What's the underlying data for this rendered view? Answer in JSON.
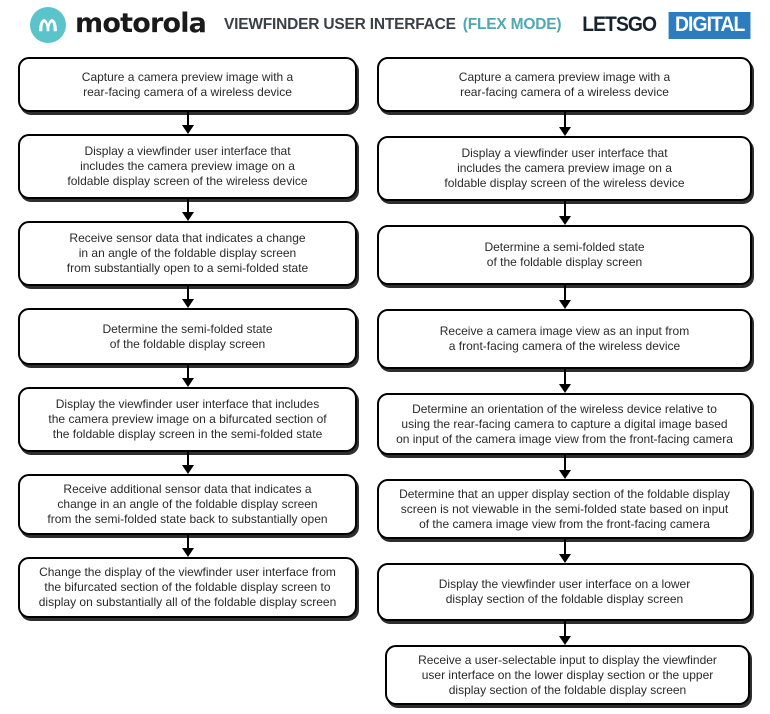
{
  "header": {
    "brand": {
      "wordmark": "motorola",
      "icon": "motorola-batwing-icon"
    },
    "title": "VIEWFINDER USER INTERFACE",
    "title_suffix": "(FLEX MODE)",
    "publisher": {
      "part1": "LETSGO",
      "part2": "DIGITAL"
    }
  },
  "colors": {
    "moto_circle": "#5BC3CA",
    "title_text": "#3A4045",
    "flex_mode_text": "#4FA8B2",
    "letsgo_text": "#16222E",
    "digital_bg": "#2B7CC0",
    "digital_text": "#FFFFFF",
    "box_border": "#000000",
    "box_shadow": "#2E2E2E",
    "step_text": "#2A2A2A"
  },
  "flowchart": {
    "left": [
      "Capture a camera preview image with a\nrear-facing camera of a wireless device",
      "Display a viewfinder user interface that\nincludes the camera preview image on a\nfoldable display screen of the wireless device",
      "Receive sensor data that indicates a change\nin an angle of the foldable display screen\nfrom substantially open to a semi-folded state",
      "Determine the semi-folded state\nof the foldable display screen",
      "Display the viewfinder user interface that includes\nthe camera preview image on a bifurcated section of\nthe foldable display screen in the semi-folded state",
      "Receive additional sensor data that indicates a\nchange in an angle of the foldable display screen\nfrom the semi-folded state back to substantially open",
      "Change the display of the viewfinder user interface from\nthe bifurcated section of the foldable display screen to\ndisplay on substantially all of the foldable display screen"
    ],
    "right": [
      "Capture a camera preview image with a\nrear-facing camera of a wireless device",
      "Display a viewfinder user interface that\nincludes the camera preview image on a\nfoldable display screen of the wireless device",
      "Determine a semi-folded state\nof the foldable display screen",
      "Receive a camera image view as an input from\na front-facing camera of the wireless device",
      "Determine an orientation of the wireless device relative to\nusing the rear-facing camera to capture a digital image based\non input of the camera image view from the front-facing camera",
      "Determine that an upper display section of the foldable display\nscreen is not viewable in the semi-folded state based on input\nof the camera image view from the front-facing camera",
      "Display the viewfinder user interface on a lower\ndisplay section of the foldable display screen",
      "Receive a user-selectable input to display the viewfinder\nuser interface on the lower display section or the upper\ndisplay section of the foldable display screen"
    ]
  }
}
